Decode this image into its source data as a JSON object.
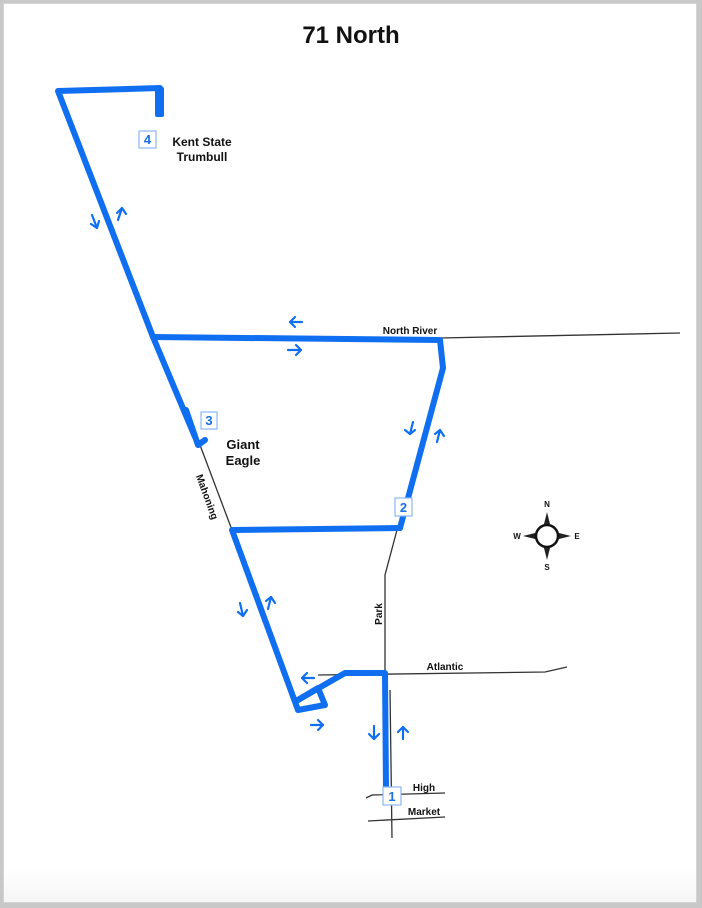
{
  "map": {
    "title": "71 North",
    "route_color": "#0f6ff0",
    "street_color": "#333333",
    "stops": [
      {
        "number": "1",
        "label": ""
      },
      {
        "number": "2",
        "label": ""
      },
      {
        "number": "3",
        "label_line1": "Giant",
        "label_line2": "Eagle"
      },
      {
        "number": "4",
        "label_line1": "Kent State",
        "label_line2": "Trumbull"
      }
    ],
    "streets": {
      "north_river": "North River",
      "mahoning": "Mahoning",
      "park": "Park",
      "atlantic": "Atlantic",
      "high": "High",
      "market": "Market"
    },
    "compass": {
      "n": "N",
      "s": "S",
      "e": "E",
      "w": "W"
    }
  }
}
